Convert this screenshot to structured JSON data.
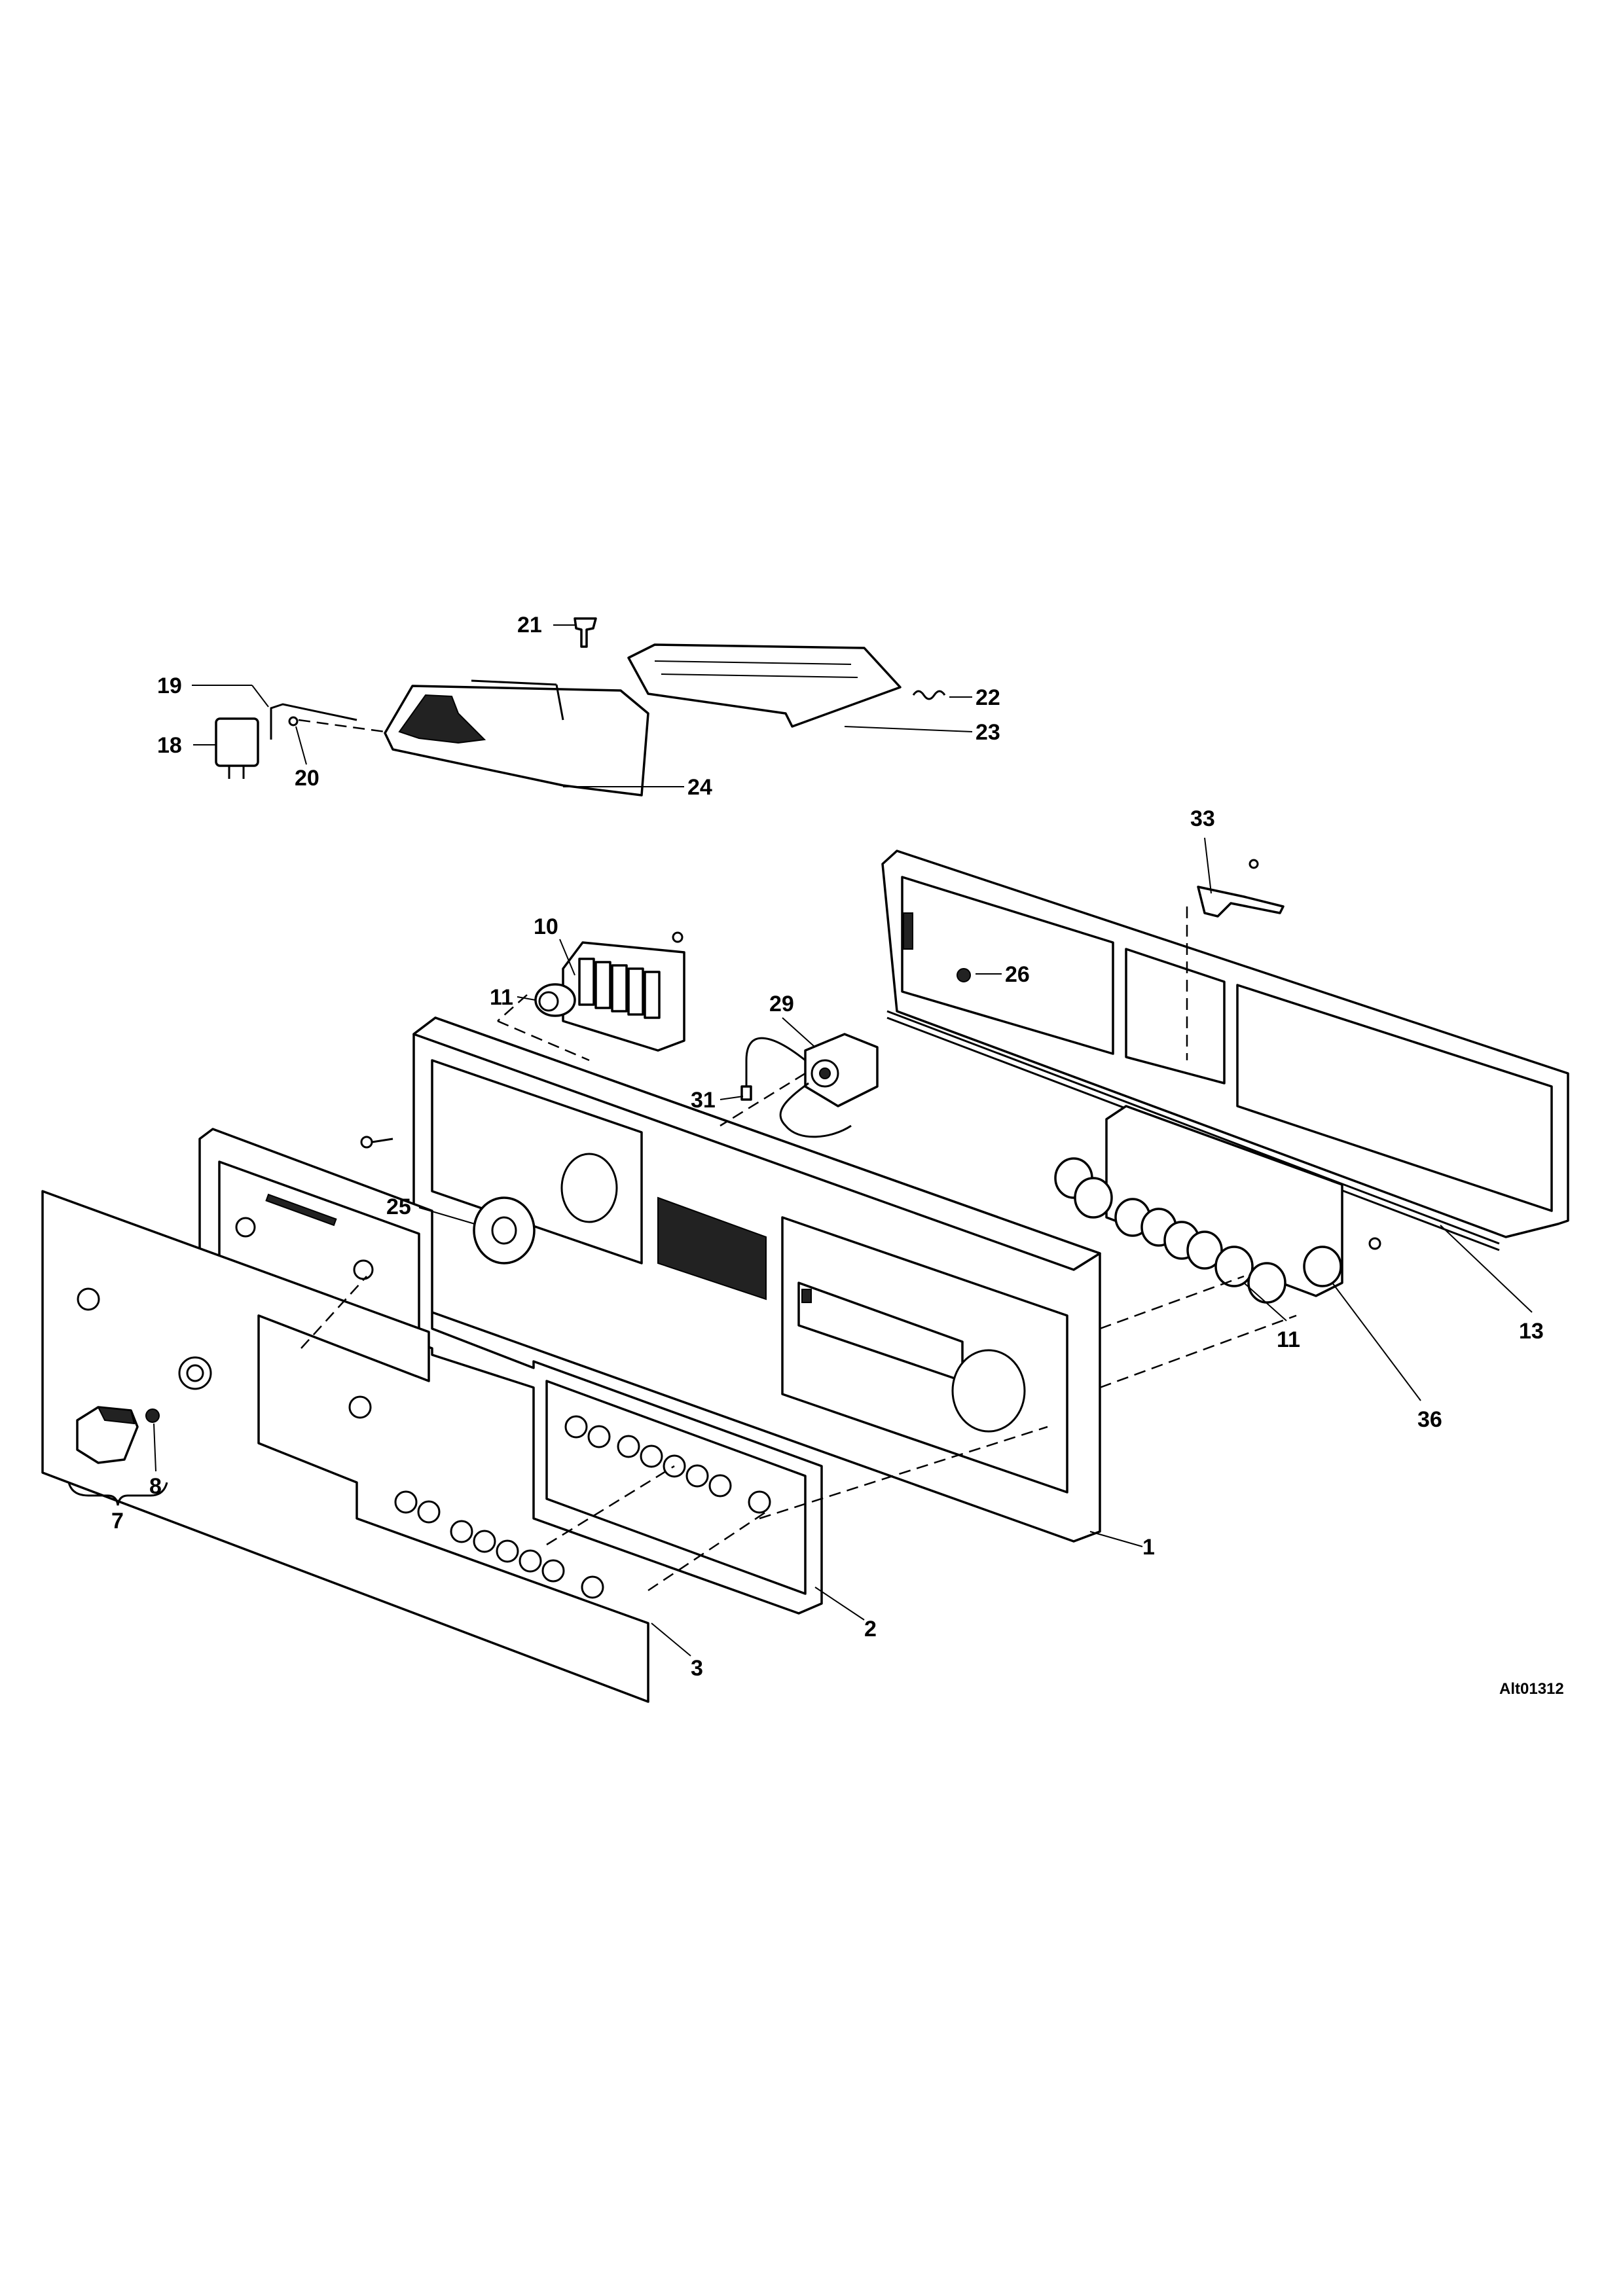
{
  "diagram": {
    "reference_code": "Alt01312",
    "callouts": [
      "1",
      "2",
      "3",
      "7",
      "8",
      "10",
      "11",
      "11",
      "13",
      "18",
      "19",
      "20",
      "21",
      "22",
      "23",
      "24",
      "25",
      "26",
      "29",
      "31",
      "33",
      "36"
    ]
  }
}
